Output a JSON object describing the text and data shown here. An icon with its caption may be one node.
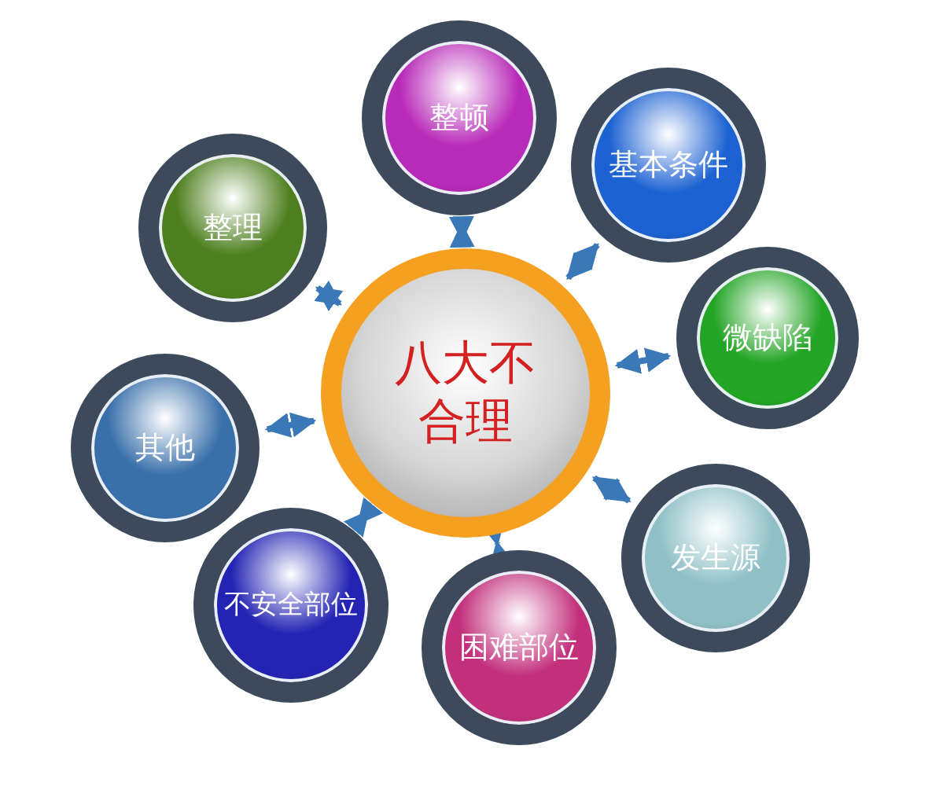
{
  "diagram": {
    "nodes": [
      {
        "text": [
          "八大不合理"
        ]
      },
      {
        "text": [
          "整理"
        ]
      },
      {
        "text": [
          "整顿"
        ]
      },
      {
        "text": [
          "基本条件"
        ]
      },
      {
        "text": [
          "微缺陷"
        ]
      },
      {
        "text": [
          "发生源"
        ]
      },
      {
        "text": [
          "困难部位"
        ]
      },
      {
        "text": [
          "不安全部位"
        ]
      },
      {
        "text": [
          "其他"
        ]
      }
    ],
    "edges": [
      {
        "from": 0,
        "to": 1,
        "arrow": "both"
      },
      {
        "from": 0,
        "to": 2,
        "arrow": "both"
      },
      {
        "from": 0,
        "to": 3,
        "arrow": "both"
      },
      {
        "from": 0,
        "to": 4,
        "arrow": "both"
      },
      {
        "from": 0,
        "to": 5,
        "arrow": "both"
      },
      {
        "from": 0,
        "to": 6,
        "arrow": "both"
      },
      {
        "from": 0,
        "to": 7,
        "arrow": "both"
      },
      {
        "from": 0,
        "to": 8,
        "arrow": "both"
      }
    ]
  }
}
